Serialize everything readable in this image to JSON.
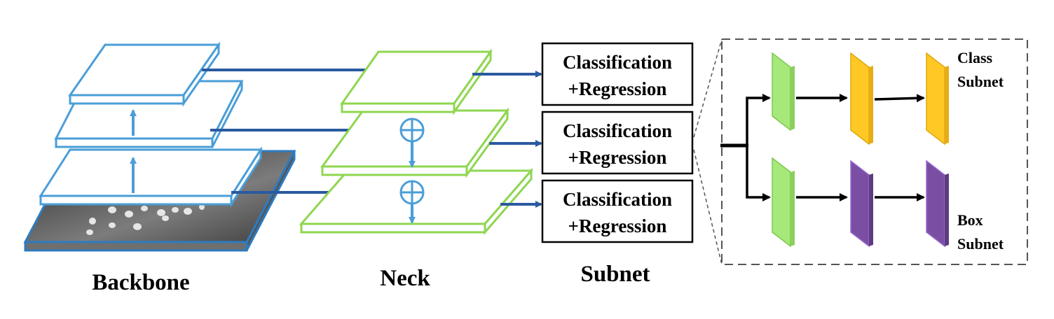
{
  "section_labels": {
    "backbone": "Backbone",
    "neck": "Neck",
    "subnet": "Subnet"
  },
  "heads": [
    {
      "line1": "Classification",
      "line2": "+Regression"
    },
    {
      "line1": "Classification",
      "line2": "+Regression"
    },
    {
      "line1": "Classification",
      "line2": "+Regression"
    }
  ],
  "detail": {
    "class_subnet": {
      "line1": "Class",
      "line2": "Subnet"
    },
    "box_subnet": {
      "line1": "Box",
      "line2": "Subnet"
    }
  },
  "colors": {
    "backbone_blue": "#4a9ed8",
    "neck_green": "#8fd650",
    "arrow_blue": "#2a5aa0",
    "green_block": "#a6e87a",
    "yellow_block": "#ffc825",
    "purple_block": "#7a4ea3",
    "input_border": "#2d7bbf"
  },
  "icons": {
    "sum_node": "circle-plus-icon",
    "input_image": "aerial-thermal-image"
  }
}
